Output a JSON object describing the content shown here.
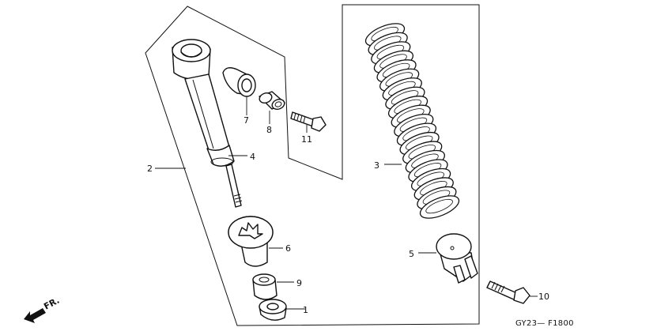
{
  "callouts": {
    "c1": "1",
    "c2": "2",
    "c3": "3",
    "c4": "4",
    "c5": "5",
    "c6": "6",
    "c7": "7",
    "c8": "8",
    "c9": "9",
    "c10": "10",
    "c11": "11"
  },
  "direction_label": "FR.",
  "diagram_code": "GY23— F1800",
  "icons": {
    "front_arrow": "front-direction-arrow-icon"
  }
}
